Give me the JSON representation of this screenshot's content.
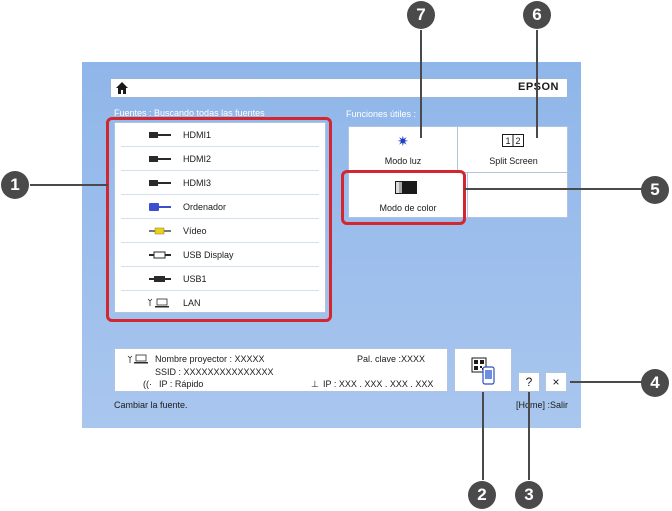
{
  "header": {
    "brand": "EPSON"
  },
  "sources": {
    "heading": "Fuentes  :  Buscando todas las fuentes",
    "items": [
      {
        "label": "HDMI1",
        "icon": "hdmi-icon"
      },
      {
        "label": "HDMI2",
        "icon": "hdmi-icon"
      },
      {
        "label": "HDMI3",
        "icon": "hdmi-icon"
      },
      {
        "label": "Ordenador",
        "icon": "computer-port-icon"
      },
      {
        "label": "Vídeo",
        "icon": "video-port-icon"
      },
      {
        "label": "USB Display",
        "icon": "usb-display-icon"
      },
      {
        "label": "USB1",
        "icon": "usb-icon"
      },
      {
        "label": "LAN",
        "icon": "lan-icon"
      }
    ]
  },
  "functions": {
    "heading": "Funciones útiles  :",
    "light_mode": "Modo luz",
    "split_screen": "Split Screen",
    "color_mode": "Modo de color"
  },
  "info": {
    "projector_name": "Nombre proyector  : XXXXX",
    "password": "Pal. clave :XXXX",
    "ssid": "SSID   : XXXXXXXXXXXXXXX",
    "wifi_ip": "IP  :  Rápido",
    "wired_ip": "IP  : XXX . XXX . XXX . XXX"
  },
  "buttons": {
    "help": "?",
    "close": "×"
  },
  "status": {
    "left": "Cambiar la fuente.",
    "right": "[Home] :Salir"
  },
  "callouts": [
    "1",
    "2",
    "3",
    "4",
    "5",
    "6",
    "7"
  ],
  "colors": {
    "highlight": "#d3262f",
    "screen": "#9bbdec",
    "callout": "#4a4a4a"
  }
}
